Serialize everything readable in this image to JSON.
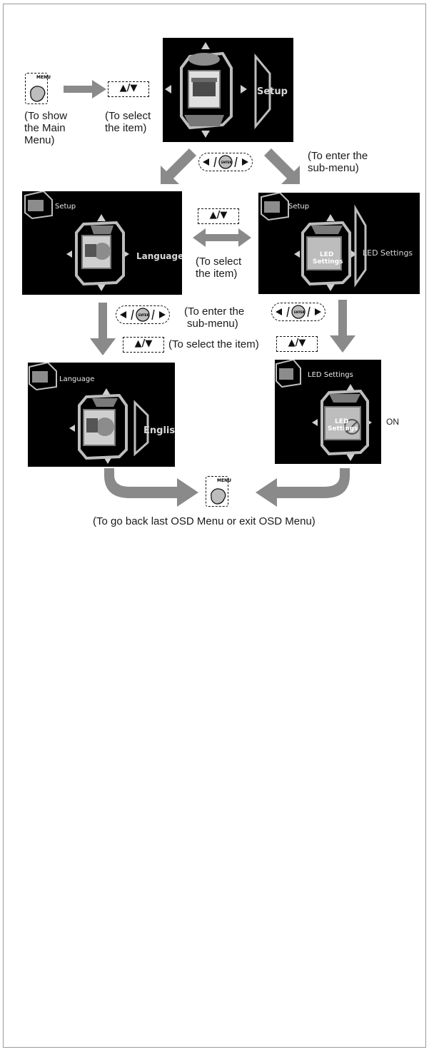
{
  "keys": {
    "menu_label": "MENU",
    "enter_label": "ENTER",
    "updown_label": "▲/▼"
  },
  "captions": {
    "show_main_menu": [
      "(To show",
      "the Main",
      "Menu)"
    ],
    "select_item_top": [
      "(To select",
      "the item)"
    ],
    "enter_submenu_top": [
      "(To enter the",
      "sub-menu)"
    ],
    "select_item_mid": [
      "(To select",
      "the item)"
    ],
    "enter_submenu_mid": [
      "(To enter the",
      "sub-menu)"
    ],
    "select_item_row": "(To select the item)",
    "go_back": "(To go back last OSD Menu or exit OSD Menu)"
  },
  "screens": {
    "main": {
      "label": "Setup"
    },
    "setup_language": {
      "header": "Setup",
      "label": "Language"
    },
    "setup_led": {
      "header": "Setup",
      "label": "LED Settings",
      "cube_text": [
        "LED",
        "Settings"
      ]
    },
    "language_english": {
      "header": "Language",
      "label": "English"
    },
    "led_on": {
      "header": "LED Settings",
      "label": "ON",
      "cube_text": [
        "LED",
        "Settings"
      ]
    }
  },
  "colors": {
    "arrow": "#8a8a8a",
    "screen_bg": "#000000",
    "cube": "#9a9a9a",
    "key_fill": "#bdbdbd"
  }
}
